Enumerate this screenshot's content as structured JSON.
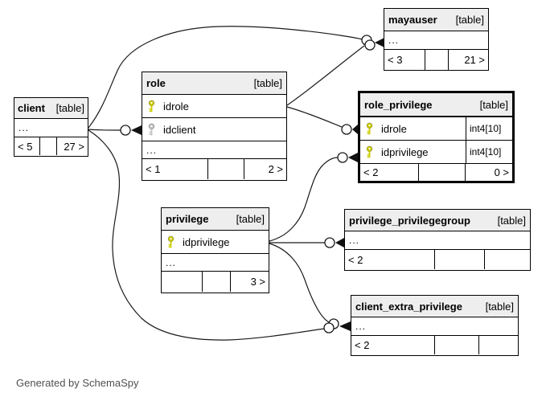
{
  "diagram": {
    "tool_note": "Generated by SchemaSpy",
    "kind_label": "[table]",
    "ellipsis": "...",
    "colors": {
      "header_bg": "#eeeeee",
      "border": "#000000",
      "primary_key_icon": "#cccc00",
      "secondary_key_icon": "#c2c2c2",
      "note_text": "#4f4f4f",
      "background": "#ffffff"
    }
  },
  "tables": [
    {
      "name": "mayauser",
      "kind": "[table]",
      "emphasized": false,
      "ellipsis": "...",
      "columns": [],
      "footer": {
        "left": "< 3",
        "mid": "",
        "right": "21 >"
      }
    },
    {
      "name": "role",
      "kind": "[table]",
      "emphasized": false,
      "ellipsis": "...",
      "columns": [
        {
          "name": "idrole",
          "key": "primary",
          "type": ""
        },
        {
          "name": "idclient",
          "key": "foreign",
          "type": ""
        }
      ],
      "footer": {
        "left": "< 1",
        "mid": "",
        "right": "2 >"
      }
    },
    {
      "name": "client",
      "kind": "[table]",
      "emphasized": false,
      "ellipsis": "...",
      "columns": [],
      "footer": {
        "left": "< 5",
        "mid": "",
        "right": "27 >"
      }
    },
    {
      "name": "role_privilege",
      "kind": "[table]",
      "emphasized": true,
      "ellipsis": "",
      "columns": [
        {
          "name": "idrole",
          "key": "primary",
          "type": "int4[10]"
        },
        {
          "name": "idprivilege",
          "key": "primary",
          "type": "int4[10]"
        }
      ],
      "footer": {
        "left": "< 2",
        "mid": "",
        "right": "0 >"
      }
    },
    {
      "name": "privilege",
      "kind": "[table]",
      "emphasized": false,
      "ellipsis": "...",
      "columns": [
        {
          "name": "idprivilege",
          "key": "primary",
          "type": ""
        }
      ],
      "footer": {
        "left": "",
        "mid": "",
        "right": "3 >"
      }
    },
    {
      "name": "privilege_privilegegroup",
      "kind": "[table]",
      "emphasized": false,
      "ellipsis": "...",
      "columns": [],
      "footer": {
        "left": "< 2",
        "mid": "",
        "right": ""
      }
    },
    {
      "name": "client_extra_privilege",
      "kind": "[table]",
      "emphasized": false,
      "ellipsis": "...",
      "columns": [],
      "footer": {
        "left": "< 2",
        "mid": "",
        "right": ""
      }
    }
  ],
  "relationships": [
    {
      "source": "client",
      "target": "mayauser"
    },
    {
      "source": "client",
      "target": "role.idclient"
    },
    {
      "source": "client",
      "target": "client_extra_privilege"
    },
    {
      "source": "role.idrole",
      "target": "mayauser"
    },
    {
      "source": "role.idrole",
      "target": "role_privilege.idrole"
    },
    {
      "source": "privilege.idprivilege",
      "target": "role_privilege.idprivilege"
    },
    {
      "source": "privilege.idprivilege",
      "target": "privilege_privilegegroup"
    },
    {
      "source": "privilege.idprivilege",
      "target": "client_extra_privilege"
    }
  ]
}
